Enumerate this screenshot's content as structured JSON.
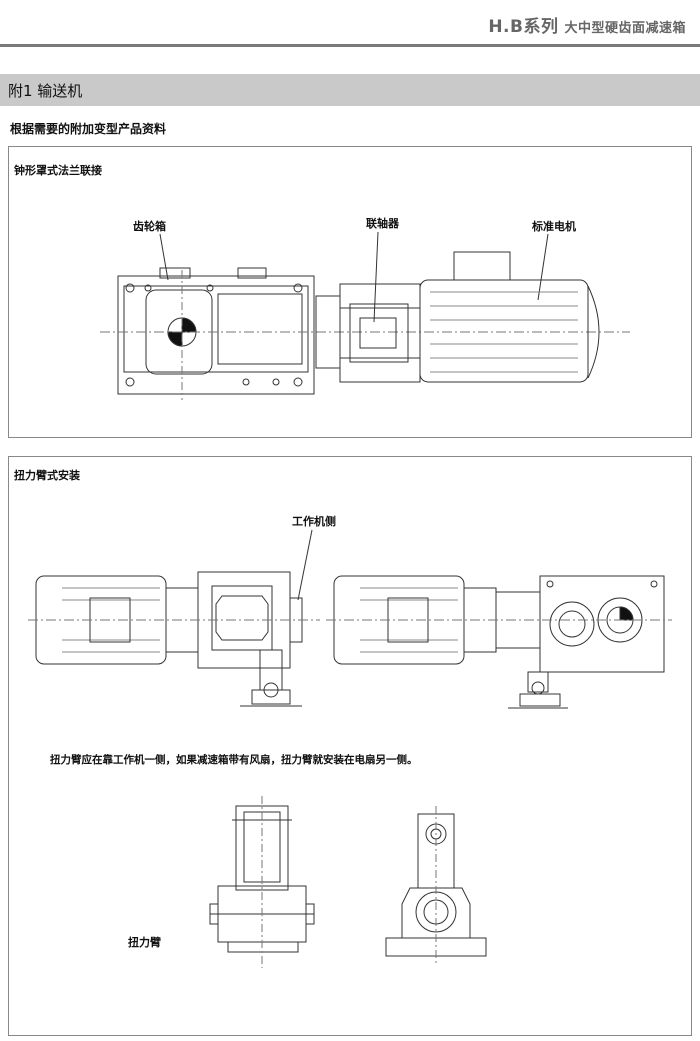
{
  "header": {
    "series": "H.B系列",
    "subtitle": "大中型硬齿面减速箱"
  },
  "section": {
    "title": "附1  输送机"
  },
  "intro": "根据需要的附加变型产品资料",
  "panel1": {
    "title": "钟形罩式法兰联接",
    "labels": {
      "gearbox": "齿轮箱",
      "coupling": "联轴器",
      "motor": "标准电机"
    }
  },
  "panel2": {
    "title": "扭力臂式安装",
    "machine_side": "工作机侧",
    "note": "扭力臂应在靠工作机一侧，如果减速箱带有风扇，扭力臂就安装在电扇另一侧。",
    "torque_arm": "扭力臂"
  }
}
